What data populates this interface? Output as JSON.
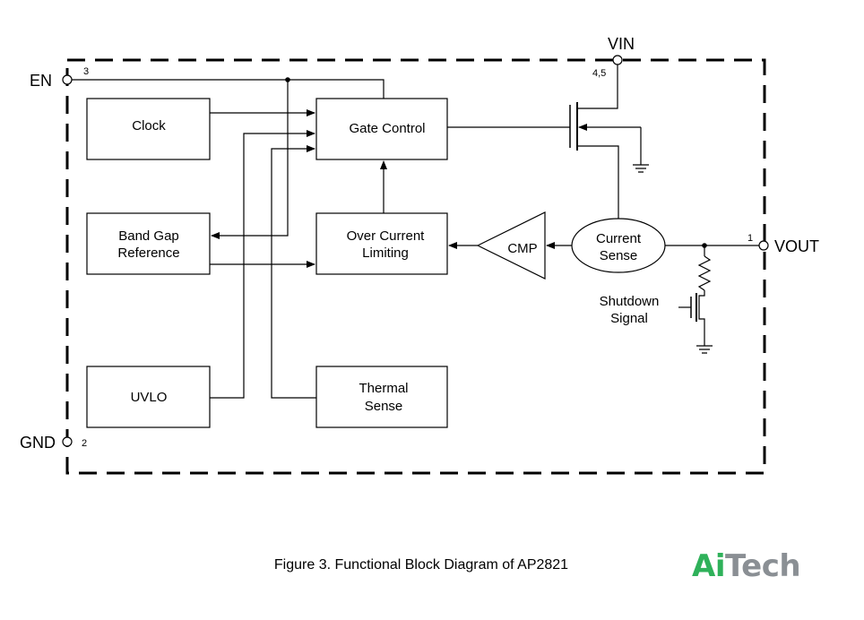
{
  "pins": {
    "en": "EN",
    "en_num": "3",
    "vin": "VIN",
    "vin_num": "4,5",
    "vout": "VOUT",
    "vout_num": "1",
    "gnd": "GND",
    "gnd_num": "2"
  },
  "blocks": {
    "clock": [
      "Clock"
    ],
    "band_gap": [
      "Band Gap",
      "Reference"
    ],
    "uvlo": [
      "UVLO"
    ],
    "gate_control": [
      "Gate Control"
    ],
    "over_current": [
      "Over Current",
      "Limiting"
    ],
    "thermal": [
      "Thermal",
      "Sense"
    ],
    "cmp": [
      "CMP"
    ],
    "current_sense": [
      "Current",
      "Sense"
    ],
    "shutdown": [
      "Shutdown",
      "Signal"
    ]
  },
  "caption": "Figure 3. Functional Block Diagram of AP2821",
  "logo": {
    "part1": "Ai",
    "part2": "Tech",
    "color1": "#2fb15a",
    "color2": "#8a8f94"
  }
}
